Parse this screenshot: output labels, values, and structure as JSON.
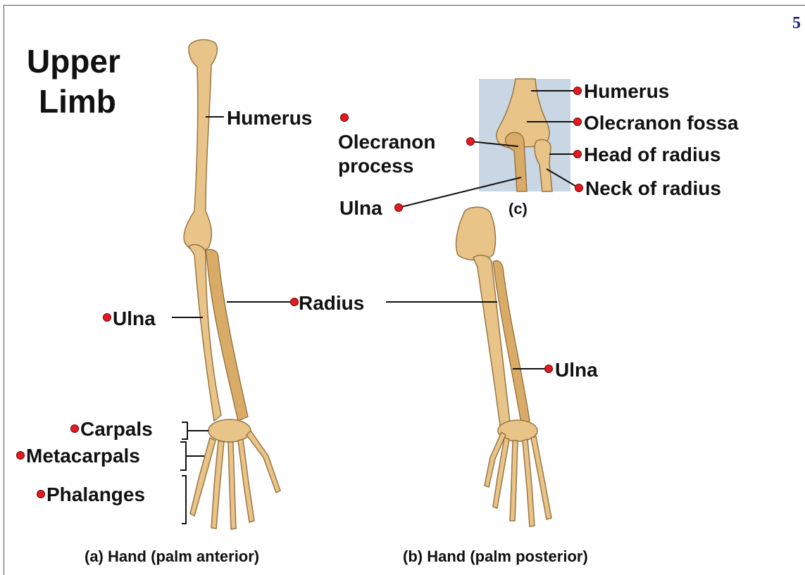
{
  "slide": {
    "title_line1": "Upper",
    "title_line2": "Limb",
    "page_number": "5"
  },
  "labels": {
    "humerus_a": "Humerus",
    "radius": "Radius",
    "ulna_a": "Ulna",
    "carpals": "Carpals",
    "metacarpals": "Metacarpals",
    "phalanges": "Phalanges",
    "ulna_b": "Ulna",
    "humerus_c": "Humerus",
    "olecranon_fossa": "Olecranon fossa",
    "olecranon_process_1": "Olecranon",
    "olecranon_process_2": "process",
    "head_of_radius": "Head of radius",
    "neck_of_radius": "Neck of radius",
    "ulna_c": "Ulna"
  },
  "captions": {
    "a": "(a) Hand (palm anterior)",
    "b": "(b) Hand (palm posterior)",
    "c": "(c)"
  },
  "colors": {
    "bone": "#e9c489",
    "dot": "#e01b24",
    "inset_bg": "#c9d6e3"
  }
}
